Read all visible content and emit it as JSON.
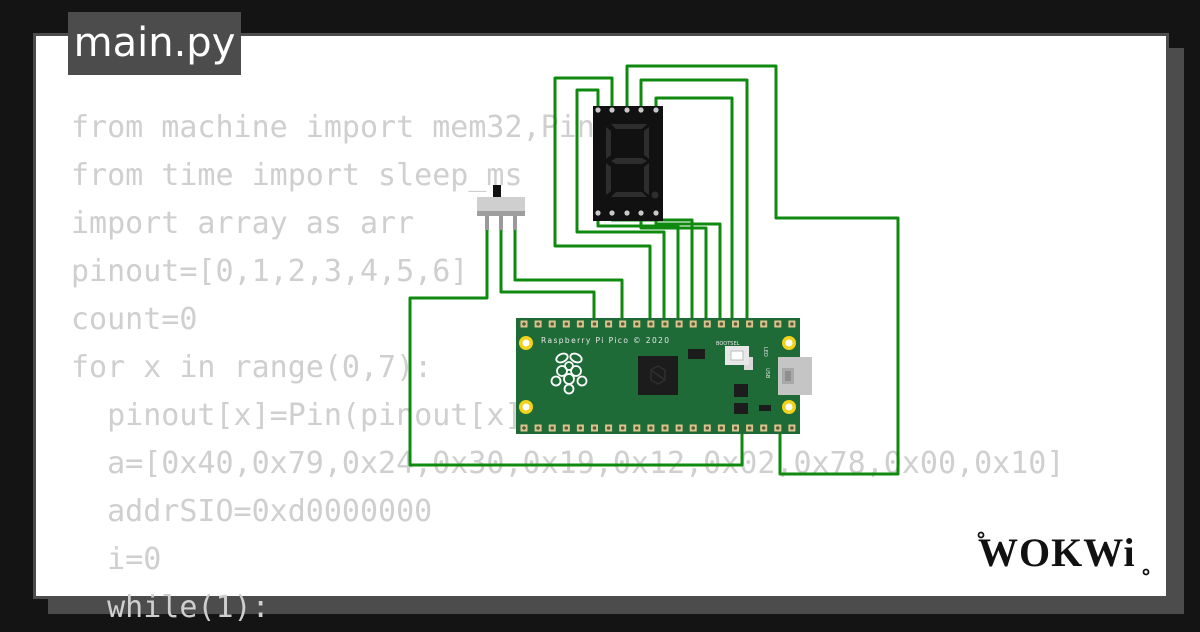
{
  "editor": {
    "filename": "main.py",
    "code_lines": [
      "from machine import mem32,Pin",
      "from time import sleep_ms",
      "import array as arr",
      "pinout=[0,1,2,3,4,5,6]",
      "count=0",
      "for x in range(0,7):",
      "  pinout[x]=Pin(pinout[x],Pin.OUT)",
      "  a=[0x40,0x79,0x24,0x30,0x19,0x12,0x02,0x78,0x00,0x10]",
      "  addrSIO=0xd0000000",
      "  i=0",
      "  while(1):"
    ]
  },
  "board": {
    "brand_text": "Raspberry Pi Pico © 2020",
    "button_label": "BOOTSEL",
    "led_label": "LED",
    "usb_label": "USB"
  },
  "brand": {
    "logo_text": "WOKWi",
    "logo_icon": "wokwi-logo"
  },
  "colors": {
    "page_background": "#141414",
    "card_background": "#ffffff",
    "frame": "#4c4c4c",
    "code_text": "#cfcfcf",
    "pcb_green": "#1f6b38",
    "wire_green": "#0f8a0f",
    "segment_off": "#2e2e2e"
  }
}
